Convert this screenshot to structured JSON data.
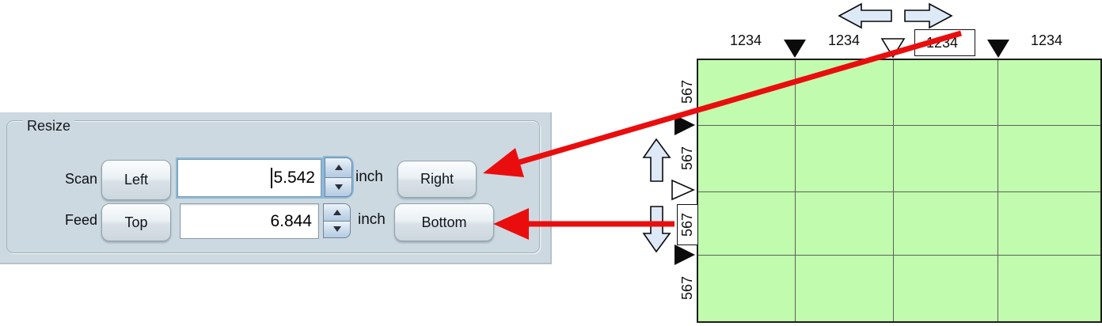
{
  "resize_panel": {
    "title": "Resize",
    "unit": "inch",
    "rows": [
      {
        "label": "Scan",
        "decrease_button": "Left",
        "value": "5.542",
        "increase_button": "Right",
        "focused": true
      },
      {
        "label": "Feed",
        "decrease_button": "Top",
        "value": "6.844",
        "increase_button": "Bottom",
        "focused": false
      }
    ]
  },
  "diagram": {
    "grid": {
      "rows": 4,
      "columns": 4,
      "fill_color": "#c1fbad"
    },
    "top_ruler": {
      "labels": [
        "1234",
        "1234",
        "1234",
        "1234"
      ],
      "boxed_label_index": 2,
      "markers": [
        "filled-down-triangle",
        "outline-down-triangle",
        "filled-down-triangle"
      ]
    },
    "left_ruler": {
      "labels": [
        "567",
        "567",
        "567",
        "567"
      ],
      "boxed_label_index": 2,
      "markers": [
        "filled-right-triangle",
        "outline-right-triangle",
        "filled-right-triangle"
      ]
    },
    "direction_arrow_icons": [
      "left",
      "right",
      "up",
      "down"
    ]
  },
  "annotation_arrows": [
    {
      "from": "boxed-top-ruler-label",
      "to": "right-button"
    },
    {
      "from": "boxed-left-ruler-label",
      "to": "bottom-button"
    }
  ],
  "colors": {
    "panel_background": "#cdd9e0",
    "grid_fill": "#c1fbad",
    "annotation_red": "#ea0d0d",
    "arrow_icon_fill": "#dde9f7",
    "focus_ring": "#8abadd"
  }
}
